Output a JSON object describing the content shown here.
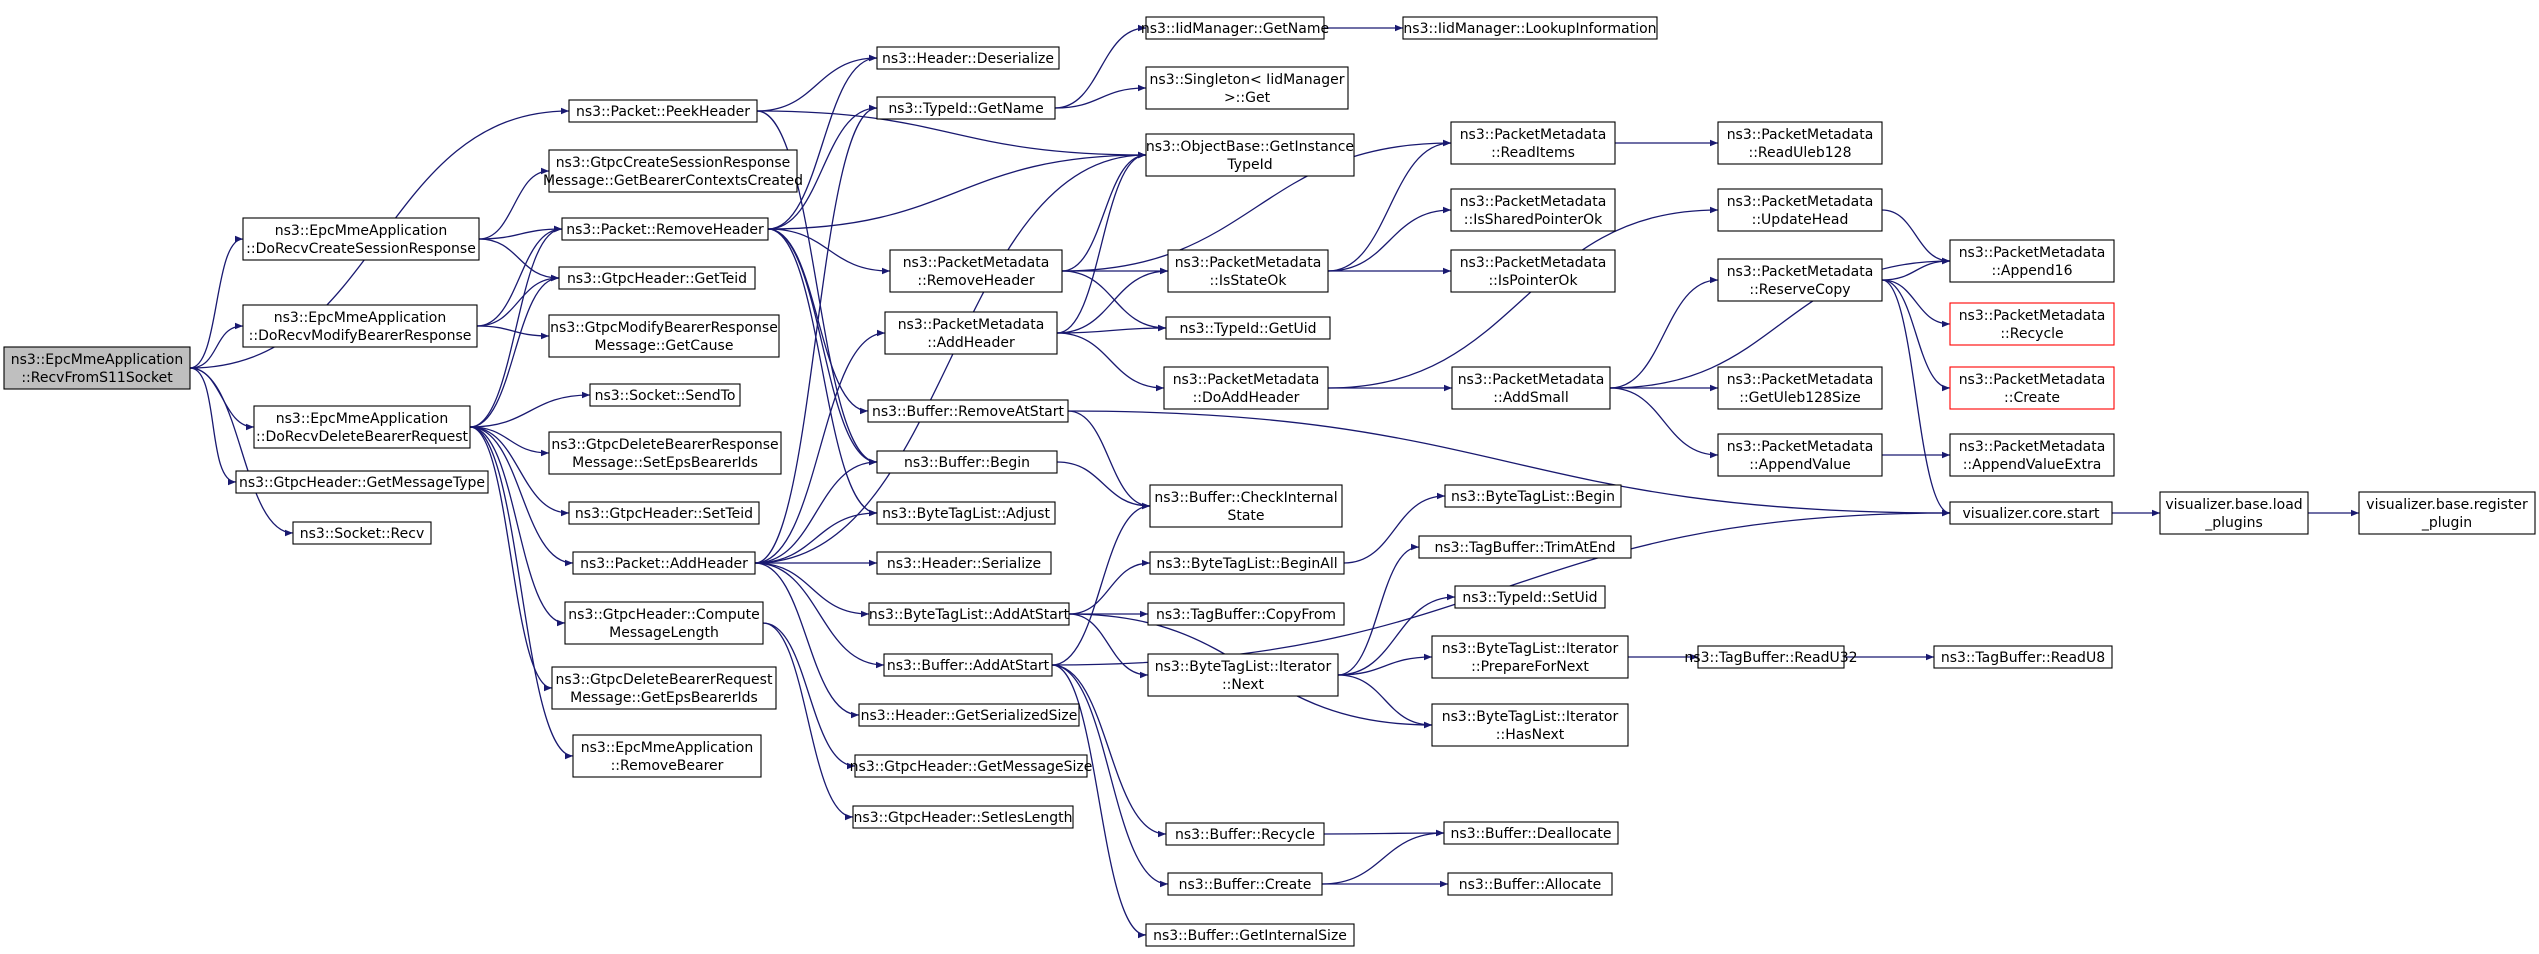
{
  "colors": {
    "edge": "#191970",
    "root_fill": "#bfbfbf",
    "box_stroke": "#000000",
    "highlight_stroke": "#ff0000"
  },
  "nodes": [
    {
      "id": "n0",
      "lines": [
        "ns3::EpcMmeApplication",
        "::RecvFromS11Socket"
      ],
      "style": "root"
    },
    {
      "id": "n1",
      "lines": [
        "ns3::EpcMmeApplication",
        "::DoRecvCreateSessionResponse"
      ]
    },
    {
      "id": "n2",
      "lines": [
        "ns3::EpcMmeApplication",
        "::DoRecvModifyBearerResponse"
      ]
    },
    {
      "id": "n3",
      "lines": [
        "ns3::EpcMmeApplication",
        "::DoRecvDeleteBearerRequest"
      ]
    },
    {
      "id": "n4",
      "lines": [
        "ns3::GtpcHeader::GetMessageType"
      ]
    },
    {
      "id": "n5",
      "lines": [
        "ns3::Socket::Recv"
      ]
    },
    {
      "id": "n6",
      "lines": [
        "ns3::Packet::PeekHeader"
      ]
    },
    {
      "id": "n7",
      "lines": [
        "ns3::GtpcCreateSessionResponse",
        "Message::GetBearerContextsCreated"
      ]
    },
    {
      "id": "n8",
      "lines": [
        "ns3::Packet::RemoveHeader"
      ]
    },
    {
      "id": "n9",
      "lines": [
        "ns3::GtpcHeader::GetTeid"
      ]
    },
    {
      "id": "n10",
      "lines": [
        "ns3::GtpcModifyBearerResponse",
        "Message::GetCause"
      ]
    },
    {
      "id": "n11",
      "lines": [
        "ns3::Socket::SendTo"
      ]
    },
    {
      "id": "n12",
      "lines": [
        "ns3::GtpcDeleteBearerResponse",
        "Message::SetEpsBearerIds"
      ]
    },
    {
      "id": "n13",
      "lines": [
        "ns3::GtpcHeader::SetTeid"
      ]
    },
    {
      "id": "n14",
      "lines": [
        "ns3::Packet::AddHeader"
      ]
    },
    {
      "id": "n15",
      "lines": [
        "ns3::GtpcHeader::Compute",
        "MessageLength"
      ]
    },
    {
      "id": "n16",
      "lines": [
        "ns3::GtpcDeleteBearerRequest",
        "Message::GetEpsBearerIds"
      ]
    },
    {
      "id": "n17",
      "lines": [
        "ns3::EpcMmeApplication",
        "::RemoveBearer"
      ]
    },
    {
      "id": "n18",
      "lines": [
        "ns3::Header::Deserialize"
      ]
    },
    {
      "id": "n19",
      "lines": [
        "ns3::TypeId::GetName"
      ]
    },
    {
      "id": "n20",
      "lines": [
        "ns3::PacketMetadata",
        "::RemoveHeader"
      ]
    },
    {
      "id": "n21",
      "lines": [
        "ns3::PacketMetadata",
        "::AddHeader"
      ]
    },
    {
      "id": "n22",
      "lines": [
        "ns3::Buffer::RemoveAtStart"
      ]
    },
    {
      "id": "n23",
      "lines": [
        "ns3::Buffer::Begin"
      ]
    },
    {
      "id": "n24",
      "lines": [
        "ns3::ByteTagList::Adjust"
      ]
    },
    {
      "id": "n25",
      "lines": [
        "ns3::Header::Serialize"
      ]
    },
    {
      "id": "n26",
      "lines": [
        "ns3::ByteTagList::AddAtStart"
      ]
    },
    {
      "id": "n27",
      "lines": [
        "ns3::Buffer::AddAtStart"
      ]
    },
    {
      "id": "n28",
      "lines": [
        "ns3::Header::GetSerializedSize"
      ]
    },
    {
      "id": "n29",
      "lines": [
        "ns3::GtpcHeader::GetMessageSize"
      ]
    },
    {
      "id": "n30",
      "lines": [
        "ns3::GtpcHeader::SetIesLength"
      ]
    },
    {
      "id": "n31",
      "lines": [
        "ns3::IidManager::GetName"
      ]
    },
    {
      "id": "n32",
      "lines": [
        "ns3::Singleton< IidManager",
        " >::Get"
      ]
    },
    {
      "id": "n33",
      "lines": [
        "ns3::ObjectBase::GetInstance",
        "TypeId"
      ]
    },
    {
      "id": "n34",
      "lines": [
        "ns3::PacketMetadata",
        "::IsStateOk"
      ]
    },
    {
      "id": "n35",
      "lines": [
        "ns3::TypeId::GetUid"
      ]
    },
    {
      "id": "n36",
      "lines": [
        "ns3::PacketMetadata",
        "::DoAddHeader"
      ]
    },
    {
      "id": "n37",
      "lines": [
        "ns3::Buffer::CheckInternal",
        "State"
      ]
    },
    {
      "id": "n38",
      "lines": [
        "ns3::ByteTagList::BeginAll"
      ]
    },
    {
      "id": "n39",
      "lines": [
        "ns3::TagBuffer::CopyFrom"
      ]
    },
    {
      "id": "n40",
      "lines": [
        "ns3::ByteTagList::Iterator",
        "::Next"
      ]
    },
    {
      "id": "n41",
      "lines": [
        "ns3::Buffer::Recycle"
      ]
    },
    {
      "id": "n42",
      "lines": [
        "ns3::Buffer::Create"
      ]
    },
    {
      "id": "n43",
      "lines": [
        "ns3::Buffer::GetInternalSize"
      ]
    },
    {
      "id": "n44",
      "lines": [
        "ns3::IidManager::LookupInformation"
      ]
    },
    {
      "id": "n45",
      "lines": [
        "ns3::PacketMetadata",
        "::ReadItems"
      ]
    },
    {
      "id": "n46",
      "lines": [
        "ns3::PacketMetadata",
        "::IsSharedPointerOk"
      ]
    },
    {
      "id": "n47",
      "lines": [
        "ns3::PacketMetadata",
        "::IsPointerOk"
      ]
    },
    {
      "id": "n48",
      "lines": [
        "ns3::PacketMetadata",
        "::AddSmall"
      ]
    },
    {
      "id": "n49",
      "lines": [
        "ns3::ByteTagList::Begin"
      ]
    },
    {
      "id": "n50",
      "lines": [
        "ns3::TagBuffer::TrimAtEnd"
      ]
    },
    {
      "id": "n51",
      "lines": [
        "ns3::TypeId::SetUid"
      ]
    },
    {
      "id": "n52",
      "lines": [
        "ns3::ByteTagList::Iterator",
        "::PrepareForNext"
      ]
    },
    {
      "id": "n53",
      "lines": [
        "ns3::ByteTagList::Iterator",
        "::HasNext"
      ]
    },
    {
      "id": "n54",
      "lines": [
        "ns3::Buffer::Deallocate"
      ]
    },
    {
      "id": "n55",
      "lines": [
        "ns3::Buffer::Allocate"
      ]
    },
    {
      "id": "n56",
      "lines": [
        "ns3::PacketMetadata",
        "::ReadUleb128"
      ]
    },
    {
      "id": "n57",
      "lines": [
        "ns3::PacketMetadata",
        "::UpdateHead"
      ]
    },
    {
      "id": "n58",
      "lines": [
        "ns3::PacketMetadata",
        "::ReserveCopy"
      ]
    },
    {
      "id": "n59",
      "lines": [
        "ns3::PacketMetadata",
        "::GetUleb128Size"
      ]
    },
    {
      "id": "n60",
      "lines": [
        "ns3::PacketMetadata",
        "::AppendValue"
      ]
    },
    {
      "id": "n61",
      "lines": [
        "ns3::TagBuffer::ReadU32"
      ]
    },
    {
      "id": "n62",
      "lines": [
        "visualizer.core.start"
      ]
    },
    {
      "id": "n63",
      "lines": [
        "ns3::PacketMetadata",
        "::Append16"
      ]
    },
    {
      "id": "n64",
      "lines": [
        "ns3::PacketMetadata",
        "::Recycle"
      ],
      "style": "red"
    },
    {
      "id": "n65",
      "lines": [
        "ns3::PacketMetadata",
        "::Create"
      ],
      "style": "red"
    },
    {
      "id": "n66",
      "lines": [
        "ns3::PacketMetadata",
        "::AppendValueExtra"
      ]
    },
    {
      "id": "n67",
      "lines": [
        "ns3::TagBuffer::ReadU8"
      ]
    },
    {
      "id": "n68",
      "lines": [
        "visualizer.base.load",
        "_plugins"
      ]
    },
    {
      "id": "n69",
      "lines": [
        "visualizer.base.register",
        "_plugin"
      ]
    }
  ],
  "edges": [
    [
      "n0",
      "n6"
    ],
    [
      "n0",
      "n1"
    ],
    [
      "n0",
      "n2"
    ],
    [
      "n0",
      "n3"
    ],
    [
      "n0",
      "n4"
    ],
    [
      "n0",
      "n5"
    ],
    [
      "n1",
      "n7"
    ],
    [
      "n1",
      "n8"
    ],
    [
      "n1",
      "n9"
    ],
    [
      "n2",
      "n8"
    ],
    [
      "n2",
      "n9"
    ],
    [
      "n2",
      "n10"
    ],
    [
      "n3",
      "n8"
    ],
    [
      "n3",
      "n9"
    ],
    [
      "n3",
      "n11"
    ],
    [
      "n3",
      "n12"
    ],
    [
      "n3",
      "n13"
    ],
    [
      "n3",
      "n14"
    ],
    [
      "n3",
      "n15"
    ],
    [
      "n3",
      "n16"
    ],
    [
      "n3",
      "n17"
    ],
    [
      "n6",
      "n33"
    ],
    [
      "n6",
      "n18"
    ],
    [
      "n6",
      "n23"
    ],
    [
      "n8",
      "n18"
    ],
    [
      "n8",
      "n19"
    ],
    [
      "n8",
      "n33"
    ],
    [
      "n8",
      "n20"
    ],
    [
      "n8",
      "n22"
    ],
    [
      "n8",
      "n23"
    ],
    [
      "n8",
      "n24"
    ],
    [
      "n14",
      "n19"
    ],
    [
      "n14",
      "n33"
    ],
    [
      "n14",
      "n21"
    ],
    [
      "n14",
      "n23"
    ],
    [
      "n14",
      "n24"
    ],
    [
      "n14",
      "n25"
    ],
    [
      "n14",
      "n26"
    ],
    [
      "n14",
      "n27"
    ],
    [
      "n14",
      "n28"
    ],
    [
      "n15",
      "n29"
    ],
    [
      "n15",
      "n30"
    ],
    [
      "n19",
      "n31"
    ],
    [
      "n19",
      "n32"
    ],
    [
      "n20",
      "n45"
    ],
    [
      "n20",
      "n33"
    ],
    [
      "n20",
      "n34"
    ],
    [
      "n20",
      "n35"
    ],
    [
      "n21",
      "n33"
    ],
    [
      "n21",
      "n34"
    ],
    [
      "n21",
      "n35"
    ],
    [
      "n21",
      "n36"
    ],
    [
      "n22",
      "n37"
    ],
    [
      "n22",
      "n62"
    ],
    [
      "n23",
      "n37"
    ],
    [
      "n26",
      "n38"
    ],
    [
      "n26",
      "n39"
    ],
    [
      "n26",
      "n40"
    ],
    [
      "n26",
      "n53"
    ],
    [
      "n27",
      "n37"
    ],
    [
      "n27",
      "n62"
    ],
    [
      "n27",
      "n41"
    ],
    [
      "n27",
      "n42"
    ],
    [
      "n27",
      "n43"
    ],
    [
      "n31",
      "n44"
    ],
    [
      "n34",
      "n45"
    ],
    [
      "n34",
      "n46"
    ],
    [
      "n34",
      "n47"
    ],
    [
      "n36",
      "n48"
    ],
    [
      "n36",
      "n57"
    ],
    [
      "n38",
      "n49"
    ],
    [
      "n40",
      "n50"
    ],
    [
      "n40",
      "n51"
    ],
    [
      "n40",
      "n52"
    ],
    [
      "n40",
      "n53"
    ],
    [
      "n41",
      "n54"
    ],
    [
      "n42",
      "n54"
    ],
    [
      "n42",
      "n55"
    ],
    [
      "n45",
      "n56"
    ],
    [
      "n48",
      "n58"
    ],
    [
      "n48",
      "n59"
    ],
    [
      "n48",
      "n60"
    ],
    [
      "n48",
      "n63"
    ],
    [
      "n52",
      "n61"
    ],
    [
      "n57",
      "n63"
    ],
    [
      "n58",
      "n63"
    ],
    [
      "n58",
      "n64"
    ],
    [
      "n58",
      "n65"
    ],
    [
      "n58",
      "n62"
    ],
    [
      "n60",
      "n66"
    ],
    [
      "n61",
      "n67"
    ],
    [
      "n62",
      "n68"
    ],
    [
      "n68",
      "n69"
    ]
  ]
}
